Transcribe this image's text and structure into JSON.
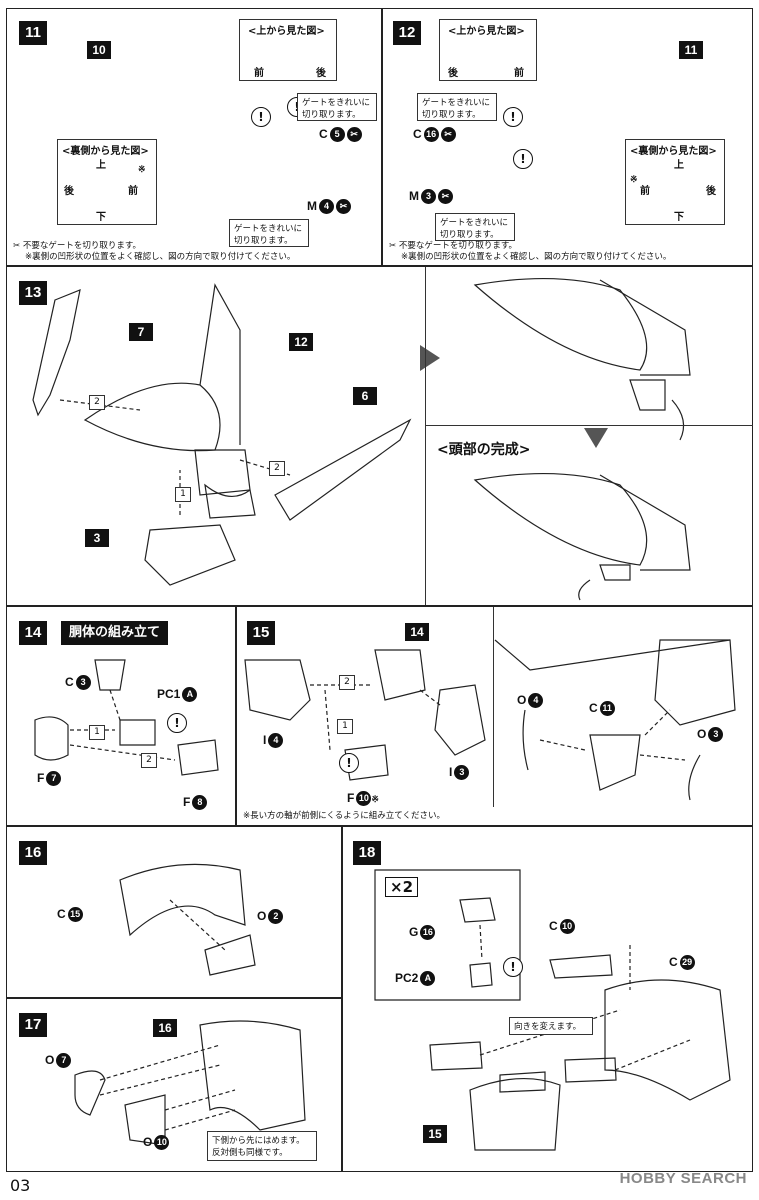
{
  "page_number": "03",
  "watermark": "HOBBY SEARCH",
  "steps": {
    "s11": {
      "number": "11",
      "part": "10",
      "top_view_title": "<上から見た図>",
      "top_front": "前",
      "top_back": "後",
      "rear_view_title": "<裏側から見た図>",
      "rear_up": "上",
      "rear_down": "下",
      "rear_back": "後",
      "rear_front": "前",
      "asterisk": "※",
      "gate_note_1": "ゲートをきれいに\n切り取ります。",
      "gate_note_2": "ゲートをきれいに\n切り取ります。",
      "part_c": "C",
      "part_c_num": "5",
      "part_m": "M",
      "part_m_num": "4",
      "foot_1": "不要なゲートを切り取ります。",
      "foot_2": "※裏側の凹形状の位置をよく確認し、図の方向で取り付けてください。"
    },
    "s12": {
      "number": "12",
      "part": "11",
      "top_view_title": "<上から見た図>",
      "top_back": "後",
      "top_front": "前",
      "rear_view_title": "<裏側から見た図>",
      "rear_up": "上",
      "rear_down": "下",
      "rear_front": "前",
      "rear_back": "後",
      "asterisk": "※",
      "gate_note_1": "ゲートをきれいに\n切り取ります。",
      "gate_note_2": "ゲートをきれいに\n切り取ります。",
      "part_c": "C",
      "part_c_num": "16",
      "part_m": "M",
      "part_m_num": "3",
      "foot_1": "不要なゲートを切り取ります。",
      "foot_2": "※裏側の凹形状の位置をよく確認し、図の方向で取り付けてください。"
    },
    "s13": {
      "number": "13",
      "parts": [
        "7",
        "12",
        "6",
        "3"
      ],
      "seq": [
        "2",
        "2",
        "1"
      ],
      "head_complete": "<頭部の完成>"
    },
    "s14": {
      "number": "14",
      "title": "胴体の組み立て",
      "c_label": "C",
      "c_num": "3",
      "pc_label": "PC1",
      "pc_num": "A",
      "f7_label": "F",
      "f7_num": "7",
      "f8_label": "F",
      "f8_num": "8",
      "seq": [
        "1",
        "2"
      ]
    },
    "s15": {
      "number": "15",
      "part": "14",
      "i4_label": "I",
      "i4_num": "4",
      "i3_label": "I",
      "i3_num": "3",
      "f10_label": "F",
      "f10_num": "10",
      "asterisk": "※",
      "seq": [
        "2",
        "1"
      ],
      "o4_label": "O",
      "o4_num": "4",
      "c11_label": "C",
      "c11_num": "11",
      "o3_label": "O",
      "o3_num": "3",
      "foot": "※長い方の軸が前側にくるように組み立てください。"
    },
    "s16": {
      "number": "16",
      "c_label": "C",
      "c_num": "15",
      "o_label": "O",
      "o_num": "2"
    },
    "s17": {
      "number": "17",
      "part": "16",
      "o7_label": "O",
      "o7_num": "7",
      "o10_label": "O",
      "o10_num": "10",
      "note": "下側から先にはめます。\n反対側も同様です。"
    },
    "s18": {
      "number": "18",
      "times": "×2",
      "g_label": "G",
      "g_num": "16",
      "pc_label": "PC2",
      "pc_num": "A",
      "c10_label": "C",
      "c10_num": "10",
      "c29_label": "C",
      "c29_num": "29",
      "note": "向きを変えます。",
      "part": "15"
    }
  }
}
